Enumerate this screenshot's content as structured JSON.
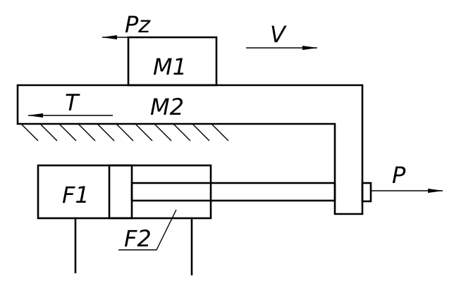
{
  "labels": {
    "pz": "Pz",
    "v": "V",
    "m1": "M1",
    "m2": "M2",
    "t": "T",
    "f1": "F1",
    "f2": "F2",
    "p": "P"
  },
  "colors": {
    "line": "#000000",
    "background": "#ffffff"
  }
}
